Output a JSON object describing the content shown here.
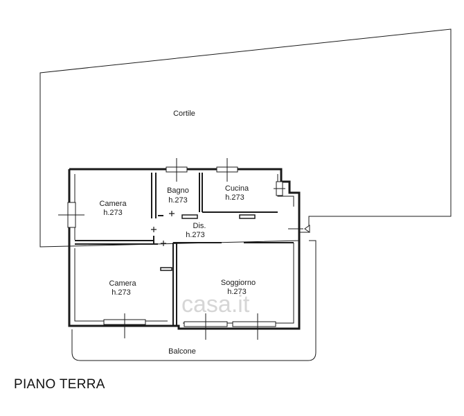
{
  "floor_title": "PIANO TERRA",
  "watermark": "casa.it",
  "rooms": {
    "cortile": {
      "name": "Cortile"
    },
    "camera1": {
      "name": "Camera",
      "height": "h.273"
    },
    "bagno": {
      "name": "Bagno",
      "height": "h.273"
    },
    "cucina": {
      "name": "Cucina",
      "height": "h.273"
    },
    "dis": {
      "name": "Dis.",
      "height": "h.273"
    },
    "camera2": {
      "name": "Camera",
      "height": "h.273"
    },
    "soggiorno": {
      "name": "Soggiorno",
      "height": "h.273"
    },
    "balcone": {
      "name": "Balcone"
    }
  },
  "colors": {
    "line": "#1a1a1a",
    "background": "#ffffff",
    "watermark": "#d6d6d6"
  }
}
